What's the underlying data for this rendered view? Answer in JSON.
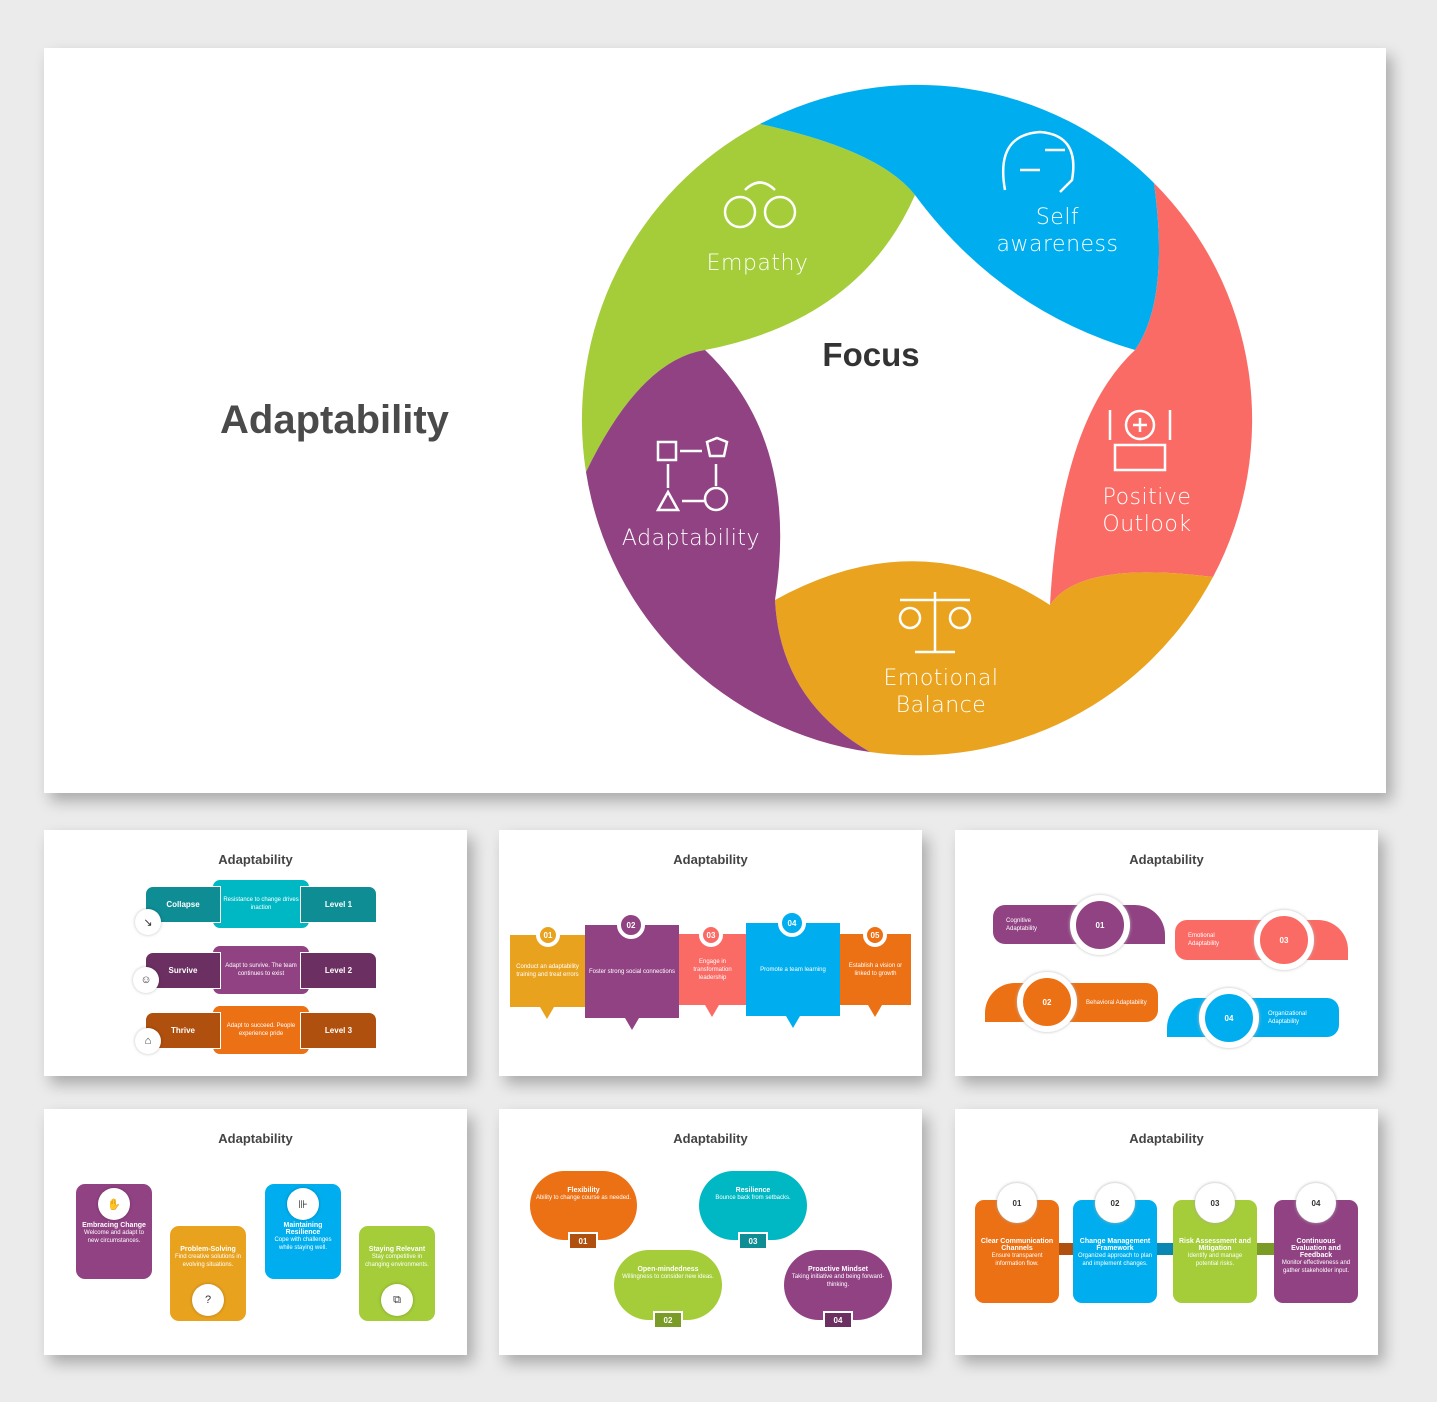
{
  "colors": {
    "green": "#a4cd39",
    "blue": "#00aeef",
    "red": "#fb6b65",
    "orange": "#e9a31e",
    "purple": "#914283",
    "teal": "#0e8d94",
    "deep_orange": "#ec7014"
  },
  "main": {
    "title": "Adaptability",
    "center": "Focus",
    "segments": [
      {
        "label": "Empathy",
        "icon": "two-heads-icon"
      },
      {
        "label": "Self awareness",
        "icon": "head-arrows-icon"
      },
      {
        "label": "Positive Outlook",
        "icon": "hands-heart-icon"
      },
      {
        "label": "Emotional Balance",
        "icon": "scale-icon"
      },
      {
        "label": "Adaptability",
        "icon": "shapes-cycle-icon"
      }
    ]
  },
  "thumbs": [
    {
      "title": "Adaptability",
      "rows": [
        {
          "name": "Collapse",
          "desc": "Resistance to change drives inaction",
          "level": "Level 1"
        },
        {
          "name": "Survive",
          "desc": "Adapt to survive. The team continues to exist",
          "level": "Level 2"
        },
        {
          "name": "Thrive",
          "desc": "Adapt to succeed. People experience pride",
          "level": "Level 3"
        }
      ]
    },
    {
      "title": "Adaptability",
      "steps": [
        {
          "num": "01",
          "text": "Conduct an adaptability training and treat errors"
        },
        {
          "num": "02",
          "text": "Foster strong social connections"
        },
        {
          "num": "03",
          "text": "Engage in transformation leadership"
        },
        {
          "num": "04",
          "text": "Promote a team learning"
        },
        {
          "num": "05",
          "text": "Establish a vision or linked to growth"
        }
      ]
    },
    {
      "title": "Adaptability",
      "items": [
        {
          "num": "01",
          "text": "Cognitive Adaptability"
        },
        {
          "num": "02",
          "text": "Behavioral Adaptability"
        },
        {
          "num": "03",
          "text": "Emotional Adaptability"
        },
        {
          "num": "04",
          "text": "Organizational Adaptability"
        }
      ]
    },
    {
      "title": "Adaptability",
      "cards": [
        {
          "title": "Embracing Change",
          "text": "Welcome and adapt to new circumstances."
        },
        {
          "title": "Problem-Solving",
          "text": "Find creative solutions in evolving situations."
        },
        {
          "title": "Maintaining Resilience",
          "text": "Cope with challenges while staying well."
        },
        {
          "title": "Staying Relevant",
          "text": "Stay competitive in changing environments."
        }
      ]
    },
    {
      "title": "Adaptability",
      "blobs": [
        {
          "title": "Flexibility",
          "text": "Ability to change course as needed.",
          "num": "01"
        },
        {
          "title": "Open-mindedness",
          "text": "Willingness to consider new ideas.",
          "num": "02"
        },
        {
          "title": "Resilience",
          "text": "Bounce back from setbacks.",
          "num": "03"
        },
        {
          "title": "Proactive Mindset",
          "text": "Taking initiative and being forward-thinking.",
          "num": "04"
        }
      ]
    },
    {
      "title": "Adaptability",
      "cards": [
        {
          "num": "01",
          "title": "Clear Communication Channels",
          "text": "Ensure transparent information flow."
        },
        {
          "num": "02",
          "title": "Change Management Framework",
          "text": "Organized approach to plan and implement changes."
        },
        {
          "num": "03",
          "title": "Risk Assessment and Mitigation",
          "text": "Identify and manage potential risks."
        },
        {
          "num": "04",
          "title": "Continuous Evaluation and Feedback",
          "text": "Monitor effectiveness and gather stakeholder input."
        }
      ]
    }
  ]
}
